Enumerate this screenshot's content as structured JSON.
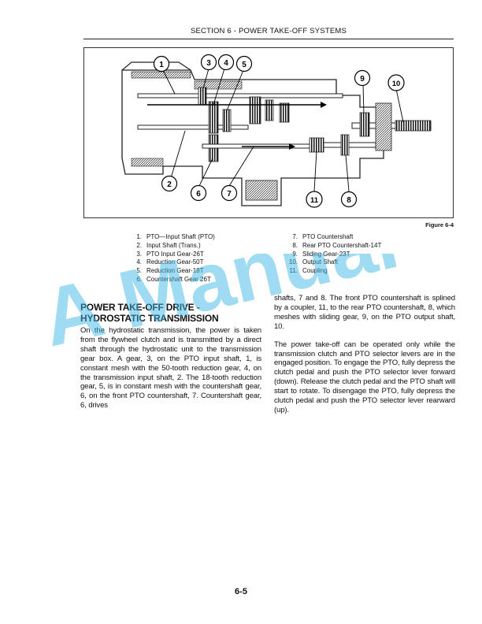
{
  "header": {
    "section_title": "SECTION 6 - POWER TAKE-OFF SYSTEMS"
  },
  "figure": {
    "label": "Figure 6-4",
    "callouts": [
      "1",
      "2",
      "3",
      "4",
      "5",
      "6",
      "7",
      "8",
      "9",
      "10",
      "11"
    ]
  },
  "legend": {
    "left": [
      {
        "num": "1.",
        "text": "PTO—Input Shaft (PTO)"
      },
      {
        "num": "2.",
        "text": "Input Shaft (Trans.)"
      },
      {
        "num": "3.",
        "text": "PTO Input Gear-26T"
      },
      {
        "num": "4.",
        "text": "Reduction Gear-50T"
      },
      {
        "num": "5.",
        "text": "Reduction Gear-18T"
      },
      {
        "num": "6.",
        "text": "Countershaft Gear 26T"
      }
    ],
    "right": [
      {
        "num": "7.",
        "text": "PTO Countershaft"
      },
      {
        "num": "8.",
        "text": "Rear PTO Countershaft-14T"
      },
      {
        "num": "9.",
        "text": "Sliding Gear-23T"
      },
      {
        "num": "10.",
        "text": "Output Shaft"
      },
      {
        "num": "11.",
        "text": "Coupling"
      }
    ]
  },
  "section": {
    "heading_line1": "POWER TAKE-OFF DRIVE -",
    "heading_line2": "HYDROSTATIC TRANSMISSION",
    "para1": "On the hydrostatic transmission, the power is taken from the flywheel clutch and is transmitted by a direct shaft through the hydrostatic unit to the transmission gear box. A gear, 3, on the PTO input shaft, 1, is constant mesh with the 50-tooth reduction gear, 4, on the transmission input shaft, 2. The 18-tooth reduction gear, 5, is in constant mesh with the countershaft gear, 6, on the front PTO countershaft, 7. Countershaft gear, 6, drives",
    "para2": "shafts, 7 and 8. The front PTO countershaft is splined by a coupler, 11, to the rear PTO countershaft, 8, which meshes with sliding gear, 9, on the PTO output shaft, 10.",
    "para3": "The power take-off can be operated only while the transmission clutch and PTO selector levers are in the engaged position. To engage the PTO, fully depress the clutch pedal and push the PTO selector lever forward (down). Release the clutch pedal and the PTO shaft will start to rotate. To disengage the PTO, fully depress the clutch pedal and push the PTO selector lever rearward (up)."
  },
  "watermark": {
    "text": "A Manual"
  },
  "page_number": "6-5"
}
